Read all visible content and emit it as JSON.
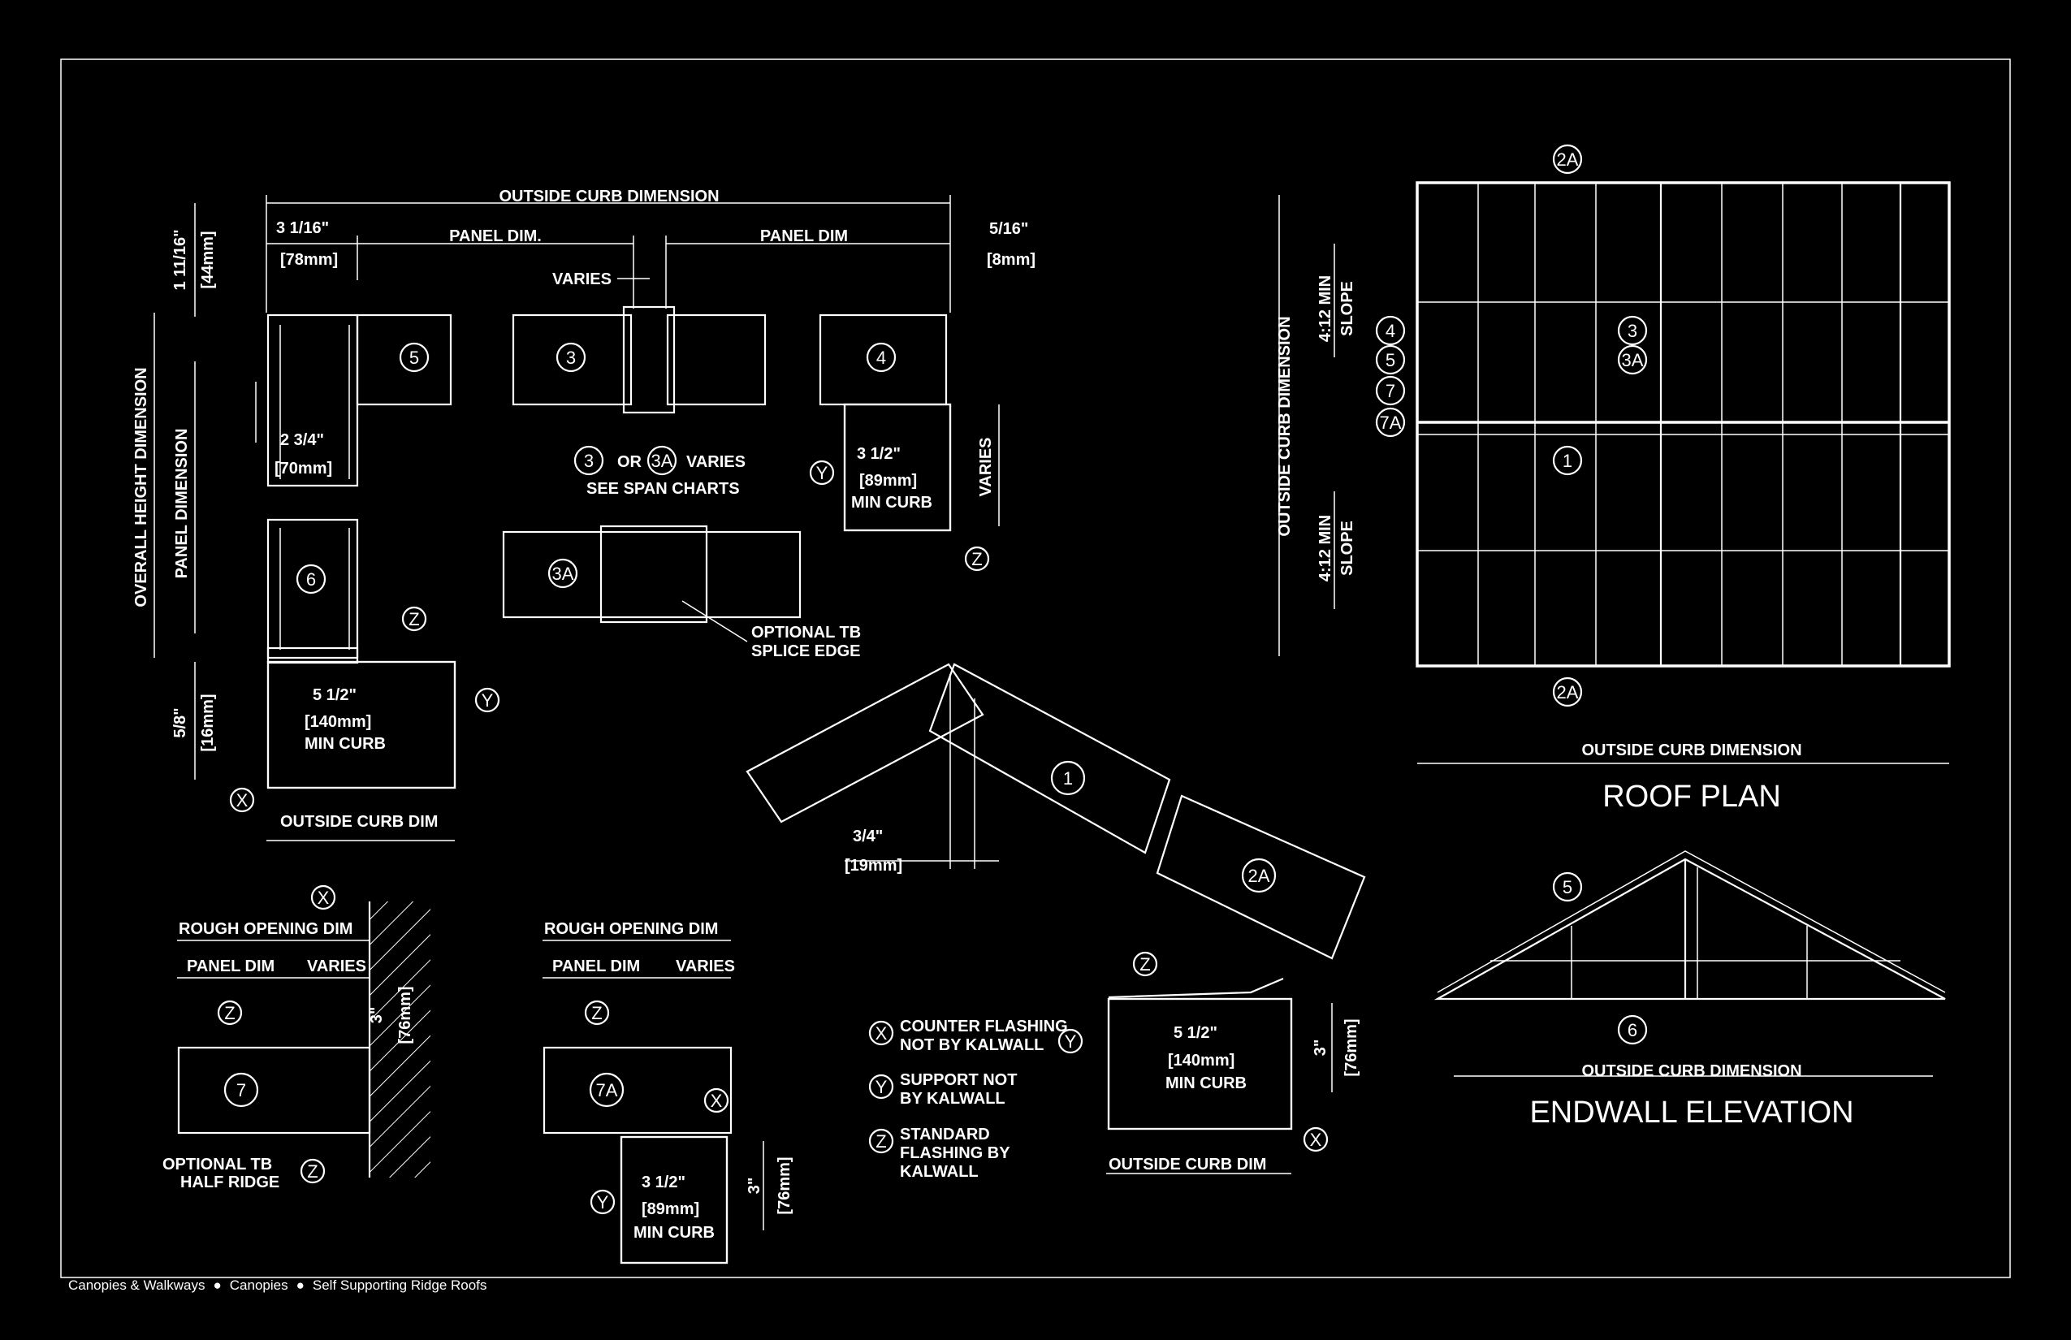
{
  "footer": {
    "crumbs": [
      "Canopies & Walkways",
      "Canopies",
      "Self Supporting Ridge Roofs"
    ],
    "separator": "●"
  },
  "labels": {
    "outside_curb_dimension": "OUTSIDE CURB DIMENSION",
    "panel_dim_dot": "PANEL DIM.",
    "panel_dim": "PANEL DIM",
    "varies": "VARIES",
    "dim_3_1_16": "3 1/16\"",
    "mm_78": "[78mm]",
    "dim_5_16": "5/16\"",
    "mm_8": "[8mm]",
    "dim_1_11_16": "1 11/16\"",
    "mm_44": "[44mm]",
    "overall_height_dimension": "OVERALL HEIGHT DIMENSION",
    "panel_dimension": "PANEL DIMENSION",
    "dim_2_3_4": "2 3/4\"",
    "mm_70": "[70mm]",
    "dim_5_8": "5/8\"",
    "mm_16": "[16mm]",
    "dim_5_1_2": "5 1/2\"",
    "mm_140": "[140mm]",
    "min_curb": "MIN CURB",
    "outside_curb_dim": "OUTSIDE CURB DIM",
    "or": "OR",
    "varies_word": "VARIES",
    "see_span_charts": "SEE SPAN CHARTS",
    "dim_3_1_2": "3 1/2\"",
    "mm_89": "[89mm]",
    "optional_tb": "OPTIONAL TB",
    "splice_edge": "SPLICE EDGE",
    "dim_3_4": "3/4\"",
    "mm_19": "[19mm]",
    "dim_3": "3\"",
    "mm_76": "[76mm]",
    "rough_opening_dim": "ROUGH OPENING DIM",
    "optional_tb_half": "OPTIONAL TB",
    "half_ridge": "HALF RIDGE",
    "slope_ratio": "4:12 MIN",
    "slope": "SLOPE",
    "roof_plan": "ROOF PLAN",
    "endwall_elevation": "ENDWALL ELEVATION"
  },
  "tags": {
    "t1": "1",
    "t2A": "2A",
    "t3": "3",
    "t3A": "3A",
    "t4": "4",
    "t5": "5",
    "t6": "6",
    "t7": "7",
    "t7A": "7A",
    "tX": "X",
    "tY": "Y",
    "tZ": "Z"
  },
  "legend": [
    {
      "tag": "X",
      "lines": [
        "COUNTER FLASHING",
        "NOT BY KALWALL"
      ]
    },
    {
      "tag": "Y",
      "lines": [
        "SUPPORT NOT",
        "BY KALWALL"
      ]
    },
    {
      "tag": "Z",
      "lines": [
        "STANDARD",
        "FLASHING BY",
        "KALWALL"
      ]
    }
  ]
}
